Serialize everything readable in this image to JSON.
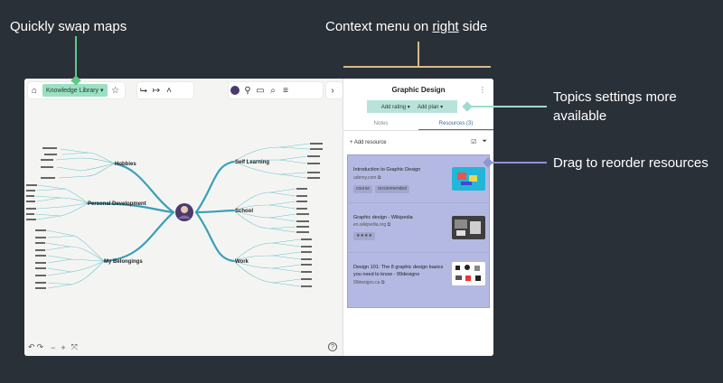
{
  "annotations": {
    "swap": "Quickly swap maps",
    "context_prefix": "Context menu on ",
    "context_underlined": "right",
    "context_suffix": " side",
    "topics": "Topics settings more available",
    "drag": "Drag to reorder resources"
  },
  "toolbar": {
    "map_selector": "Knowledge Library",
    "icons": [
      "home-icon",
      "star-icon",
      "connect-icon",
      "arrow-right-icon",
      "chevron-up-icon",
      "add-user-icon",
      "present-icon",
      "search-icon",
      "sliders-icon",
      "chevron-right-icon"
    ]
  },
  "mindmap": {
    "center": "avatar",
    "branches": {
      "hobbies": "Hobbies",
      "personal": "Personal Development",
      "belongings": "My Belongings",
      "self_learning": "Self Learning",
      "school": "School",
      "work": "Work"
    }
  },
  "panel": {
    "title": "Graphic Design",
    "add_rating": "Add rating",
    "add_plan": "Add plan",
    "tabs": [
      {
        "label": "Notes",
        "active": false
      },
      {
        "label": "Resources (3)",
        "active": true
      }
    ],
    "add_resource": "Add resource",
    "resources": [
      {
        "title": "Introduction to Graphic Design",
        "url": "udemy.com",
        "tags": [
          "course",
          "recommended"
        ]
      },
      {
        "title": "Graphic design - Wikipedia",
        "url": "en.wikipedia.org",
        "rating": "★★★★"
      },
      {
        "title": "Design 101: The 8 graphic design basics you need to know - 99designs",
        "url": "99designs.ca"
      }
    ]
  },
  "colors": {
    "background": "#2a3038",
    "accent_green": "#5fc785",
    "accent_tan": "#d9b98a",
    "accent_teal": "#9cdbd0",
    "accent_purple": "#8e95d6",
    "selector_bg": "#9ce0c3"
  }
}
